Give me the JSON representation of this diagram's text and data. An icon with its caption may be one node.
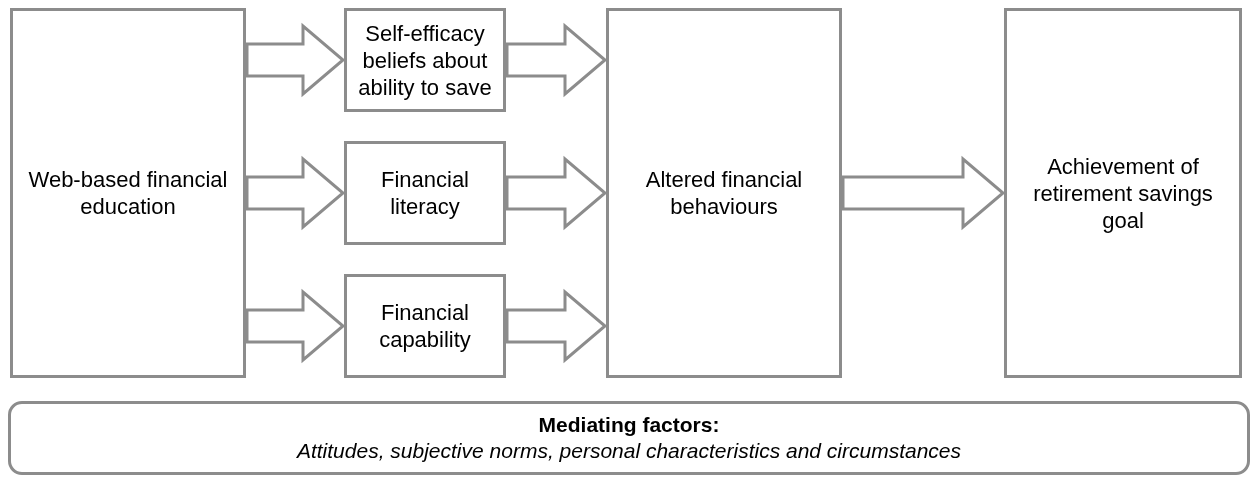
{
  "diagram": {
    "nodes": [
      {
        "text": [
          "Web-based financial education"
        ]
      },
      {
        "text": [
          "Self-efficacy beliefs about ability to save"
        ]
      },
      {
        "text": [
          "Financial literacy"
        ]
      },
      {
        "text": [
          "Financial capability"
        ]
      },
      {
        "text": [
          "Altered financial behaviours"
        ]
      },
      {
        "text": [
          "Achievement of retirement savings goal"
        ]
      },
      {
        "text": [
          "Mediating factors:",
          "Attitudes, subjective norms, personal characteristics and circumstances"
        ]
      }
    ],
    "edges": [
      {
        "from": 0,
        "to": 1,
        "arrow": "to"
      },
      {
        "from": 0,
        "to": 2,
        "arrow": "to"
      },
      {
        "from": 0,
        "to": 3,
        "arrow": "to"
      },
      {
        "from": 1,
        "to": 4,
        "arrow": "to"
      },
      {
        "from": 2,
        "to": 4,
        "arrow": "to"
      },
      {
        "from": 3,
        "to": 4,
        "arrow": "to"
      },
      {
        "from": 4,
        "to": 5,
        "arrow": "to"
      }
    ]
  }
}
